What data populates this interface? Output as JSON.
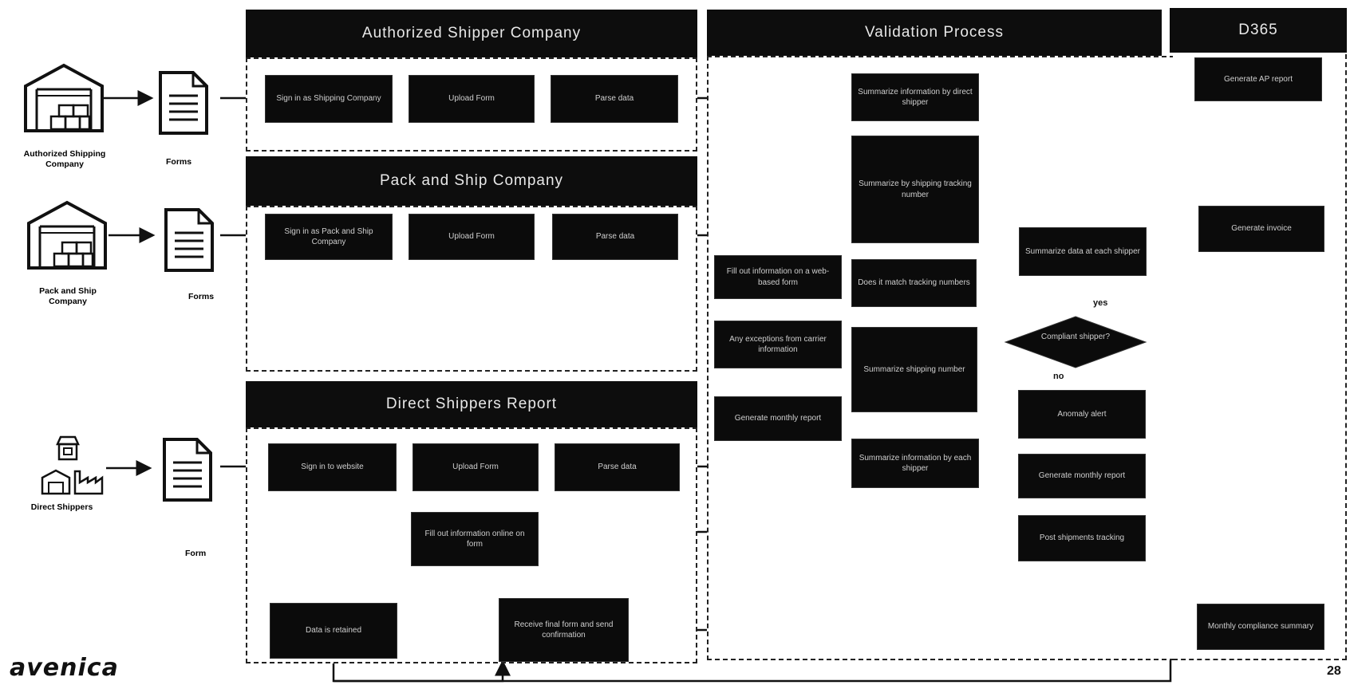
{
  "lanes": {
    "authorized": "Authorized Shipper Company",
    "pack": "Pack and Ship Company",
    "direct": "Direct Shippers Report",
    "validation": "Validation Process",
    "d365": "D365"
  },
  "sources": {
    "authorized": "Authorized Shipping Company",
    "pack": "Pack and Ship Company",
    "direct": "Direct Shippers"
  },
  "form_labels": {
    "authorized": "Forms",
    "pack": "Forms",
    "direct": "Form"
  },
  "boxes": {
    "a1": "Sign in as Shipping Company",
    "a2": "Upload Form",
    "a3": "Parse data",
    "p1": "Sign in as Pack and Ship Company",
    "p2": "Upload Form",
    "p3": "Parse data",
    "d1": "Sign in to website",
    "d2": "Upload Form",
    "d3": "Parse data",
    "d4": "Fill out information online on form",
    "d5": "Data is retained",
    "d6": "Receive final form and send confirmation",
    "v1": "Summarize information by direct shipper",
    "v2": "Summarize by shipping tracking number",
    "v3": "Does it match tracking numbers",
    "v4": "Summarize shipping number",
    "v5": "Summarize information by each shipper",
    "v6": "Fill out information on a web-based form",
    "v7": "Any exceptions from carrier information",
    "v8": "Generate monthly report",
    "v9": "Summarize data at each shipper",
    "v10": "Compliant shipper?",
    "v11": "Anomaly alert",
    "v12": "Generate monthly report",
    "v13": "Post shipments tracking",
    "r1": "Generate AP report",
    "r2": "Generate invoice",
    "r3": "Monthly compliance summary"
  },
  "edge_labels": {
    "yes": "yes",
    "no": "no"
  },
  "logo": "avenica",
  "page_number": "28"
}
